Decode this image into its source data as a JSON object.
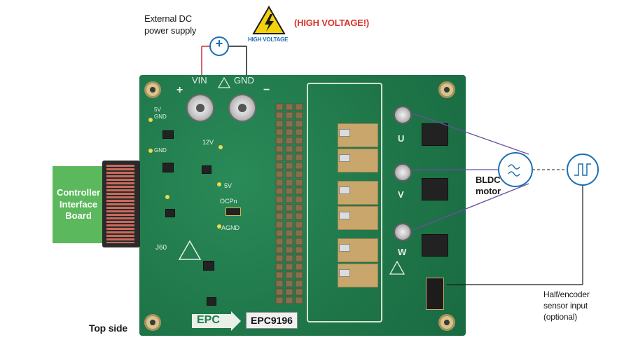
{
  "labels": {
    "external_dc": "External DC",
    "power_supply": "power supply",
    "high_voltage_warning": "(HIGH VOLTAGE!)",
    "high_voltage_sign": "HIGH VOLTAGE",
    "controller_line1": "Controller",
    "controller_line2": "Interface",
    "controller_line3": "Board",
    "bldc_line1": "BLDC",
    "bldc_line2": "motor",
    "sensor_line1": "Half/encoder",
    "sensor_line2": "sensor input",
    "sensor_line3": "(optional)",
    "top_side": "Top side"
  },
  "board": {
    "vin": "VIN",
    "gnd": "GND",
    "plus": "+",
    "minus": "−",
    "phase_u": "U",
    "phase_v": "V",
    "phase_w": "W",
    "silk_5v": "5V",
    "silk_gnd": "GND",
    "silk_12v": "12V",
    "silk_5v_b": "5V",
    "silk_agnd": "AGND",
    "silk_j60": "J60",
    "silk_ocp": "OCPn",
    "silk_gnd2": "GND",
    "logo_text": "EPC",
    "part_number": "EPC9196"
  },
  "supply_symbol": "+",
  "colors": {
    "board_green": "#1f7a4c",
    "controller_green": "#5cb85c",
    "warning_red": "#d9342b",
    "wire_purple": "#6a4fa0",
    "wire_red": "#c8323a",
    "symbol_blue": "#1a6fb3",
    "hv_yellow": "#f4d20b"
  }
}
